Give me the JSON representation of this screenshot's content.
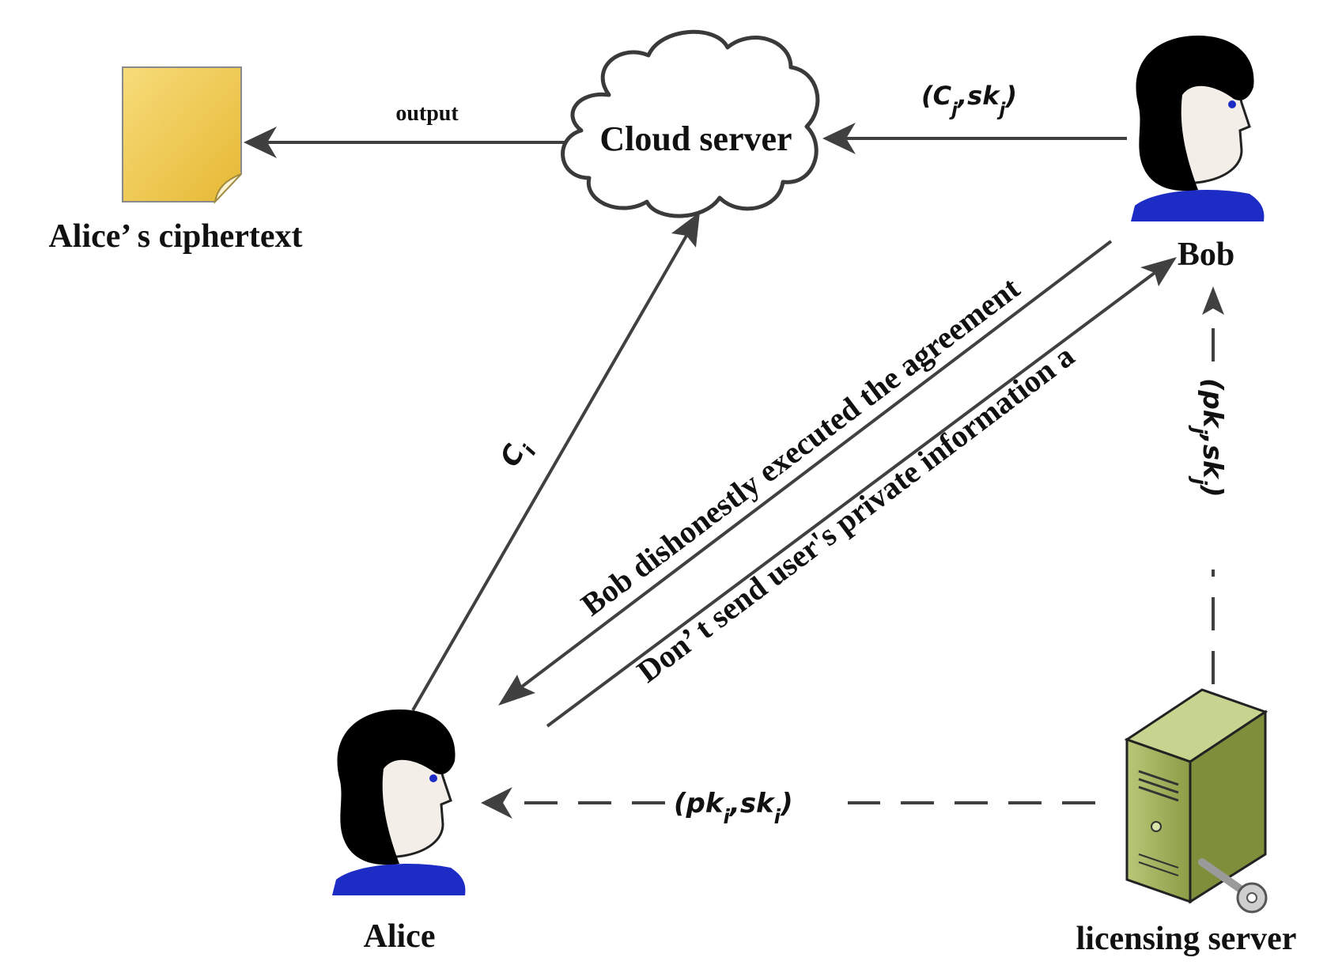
{
  "nodes": {
    "cloud": {
      "label": "Cloud server"
    },
    "ciphertext": {
      "label": "Alice’ s ciphertext"
    },
    "bob": {
      "label": "Bob"
    },
    "alice": {
      "label": "Alice"
    },
    "licensing": {
      "label": "licensing server"
    }
  },
  "edges": {
    "output": {
      "label": "output"
    },
    "bob_to_cloud": {
      "open": "(",
      "main1": "C",
      "sub1": "j",
      "comma": ",",
      "main2": "sk",
      "sub2": "j",
      "close": ")"
    },
    "alice_to_cloud": {
      "main": "C",
      "sub": "i"
    },
    "bob_to_alice": {
      "label": "Bob dishonestly executed the agreement"
    },
    "alice_to_bob": {
      "label": "Don’ t send user's private information a"
    },
    "license_to_bob": {
      "open": "(",
      "main1": "pk",
      "sub1": "j",
      "comma": ",",
      "main2": "sk",
      "sub2": "j",
      "close": ")"
    },
    "license_to_alice": {
      "open": "(",
      "main1": "pk",
      "sub1": "i",
      "comma": ",",
      "main2": "sk",
      "sub2": "i",
      "close": ")"
    }
  },
  "colors": {
    "line": "#404040",
    "hair": "#000000",
    "skin": "#f3efe8",
    "shirt": "#1d2cc4",
    "note": "#f3cc52",
    "server": "#9aae55"
  }
}
